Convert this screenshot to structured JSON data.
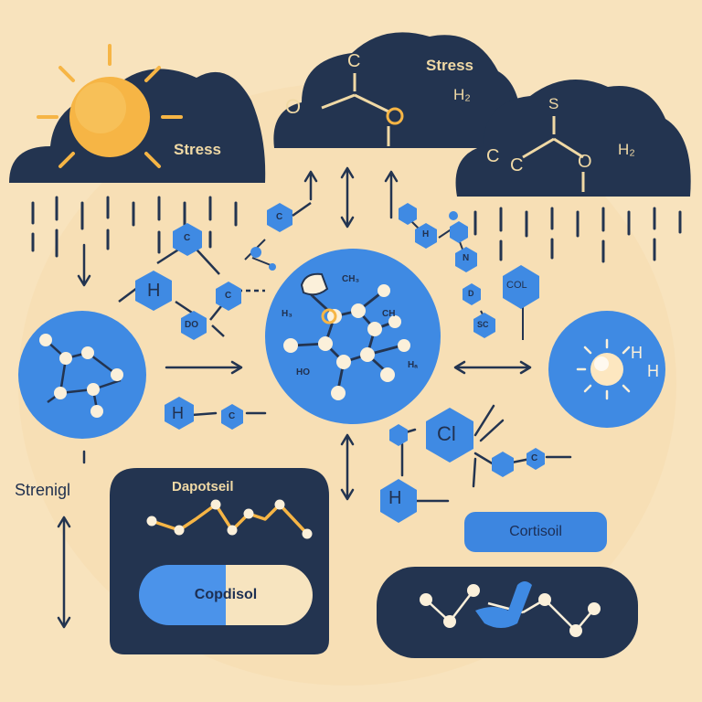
{
  "colors": {
    "background": "#f8e3bd",
    "navy": "#233450",
    "blue": "#3f8ae3",
    "sun": "#f6b545",
    "atom": "#fbf0da"
  },
  "clouds": [
    {
      "labels": [
        "Stress"
      ]
    },
    {
      "labels": [
        "C",
        "O",
        "Stress",
        "H₂"
      ]
    },
    {
      "labels": [
        "S",
        "C",
        "C",
        "O",
        "H₂"
      ]
    }
  ],
  "molecule_labels": {
    "center": [
      "CH₃",
      "CH",
      "H₃",
      "HO",
      "Hₐ"
    ],
    "left_hex": [
      "C",
      "H",
      "C",
      "DO"
    ],
    "small_hex": [
      "C",
      "H",
      "N",
      "D",
      "SC",
      "COL"
    ],
    "lower_hex": [
      "Cl",
      "H",
      "C",
      "H",
      "C"
    ],
    "right_circle": [
      "H",
      "H"
    ]
  },
  "labels": {
    "strength": "Strenigl",
    "panel_title": "Dapotseil",
    "capsule": "Copdisol",
    "cortisol_pill": "Cortisoil"
  }
}
